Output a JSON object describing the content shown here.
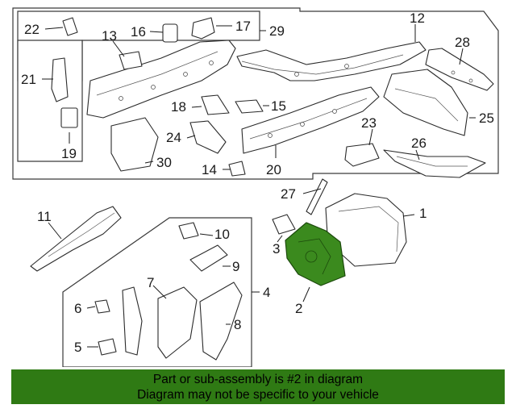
{
  "callouts": {
    "c1": "1",
    "c2": "2",
    "c3": "3",
    "c4": "4",
    "c5": "5",
    "c6": "6",
    "c7": "7",
    "c8": "8",
    "c9": "9",
    "c10": "10",
    "c11": "11",
    "c12": "12",
    "c13": "13",
    "c14": "14",
    "c15": "15",
    "c16": "16",
    "c17": "17",
    "c18": "18",
    "c19": "19",
    "c20": "20",
    "c21": "21",
    "c22": "22",
    "c23": "23",
    "c24": "24",
    "c25": "25",
    "c26": "26",
    "c27": "27",
    "c28": "28",
    "c29": "29",
    "c30": "30"
  },
  "banner": {
    "line1": "Part or sub-assembly is #2 in diagram",
    "line2": "Diagram may not be specific to your vehicle"
  },
  "colors": {
    "highlight": "#3b8a1e",
    "banner": "#2f7a14"
  }
}
